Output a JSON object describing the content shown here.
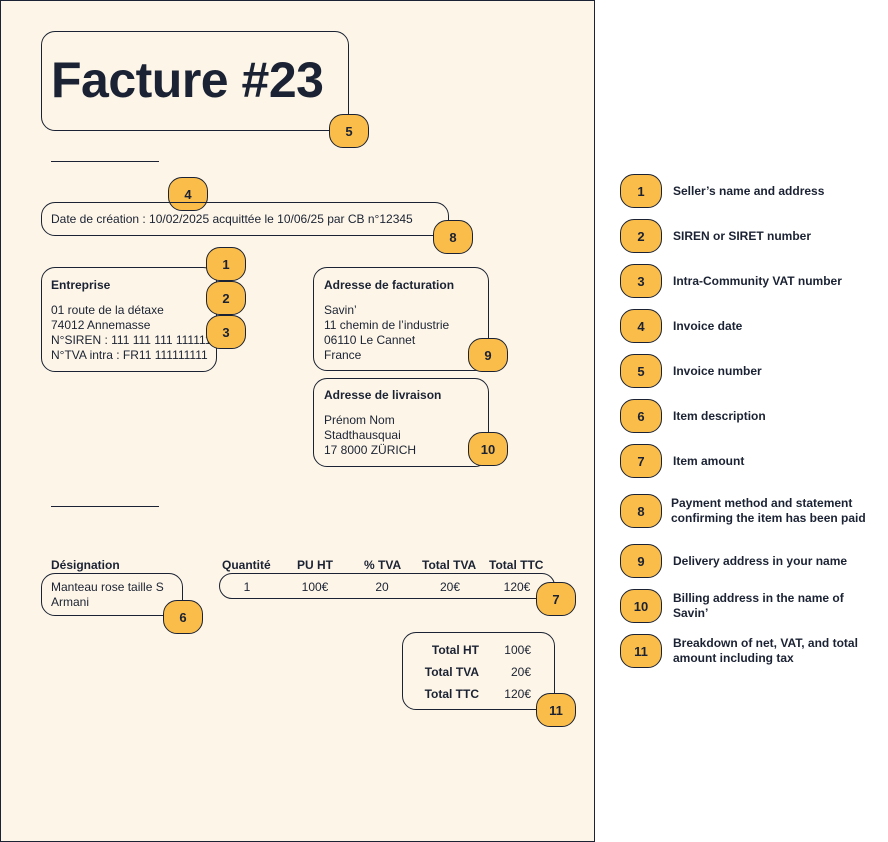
{
  "invoice": {
    "title": "Facture #23",
    "date_line": "Date de création : 10/02/2025 acquittée le 10/06/25 par CB n°12345",
    "seller": {
      "heading": "Entreprise",
      "line1": "01 route de la détaxe",
      "line2": "74012 Annemasse",
      "siren": "N°SIREN : 111 111 111 111111",
      "tva": "N°TVA intra : FR11 111111111"
    },
    "billing": {
      "heading": "Adresse de facturation",
      "line1": "Savin’",
      "line2": "11 chemin de l’industrie",
      "line3": "06110 Le Cannet",
      "line4": "France"
    },
    "delivery": {
      "heading": "Adresse de livraison",
      "line1": "Prénom Nom",
      "line2": "Stadthausquai",
      "line3": "17 8000 ZÜRICH"
    },
    "items": {
      "headers": [
        "Désignation",
        "Quantité",
        "PU HT",
        "% TVA",
        "Total TVA",
        "Total TTC"
      ],
      "description_line1": "Manteau rose taille S",
      "description_line2": "Armani",
      "row": [
        "1",
        "100€",
        "20",
        "20€",
        "120€"
      ]
    },
    "totals": [
      {
        "label": "Total HT",
        "value": "100€"
      },
      {
        "label": "Total TVA",
        "value": "20€"
      },
      {
        "label": "Total TTC",
        "value": "120€"
      }
    ]
  },
  "badges": [
    "1",
    "2",
    "3",
    "4",
    "5",
    "6",
    "7",
    "8",
    "9",
    "10",
    "11"
  ],
  "legend": [
    {
      "number": "1",
      "label": "Seller’s name and address"
    },
    {
      "number": "2",
      "label": "SIREN or SIRET number"
    },
    {
      "number": "3",
      "label": "Intra-Community VAT number"
    },
    {
      "number": "4",
      "label": "Invoice date"
    },
    {
      "number": "5",
      "label": "Invoice number"
    },
    {
      "number": "6",
      "label": "Item description"
    },
    {
      "number": "7",
      "label": "Item amount"
    },
    {
      "number": "8",
      "label": "Payment method and statement confirming the item has been paid"
    },
    {
      "number": "9",
      "label": "Delivery address in your name"
    },
    {
      "number": "10",
      "label": "Billing address in the name of Savin’"
    },
    {
      "number": "11",
      "label": "Breakdown of net, VAT, and total amount including tax"
    }
  ],
  "colors": {
    "badge": "#fbbd4a",
    "paper": "#fdf6e8",
    "ink": "#1b2233"
  }
}
